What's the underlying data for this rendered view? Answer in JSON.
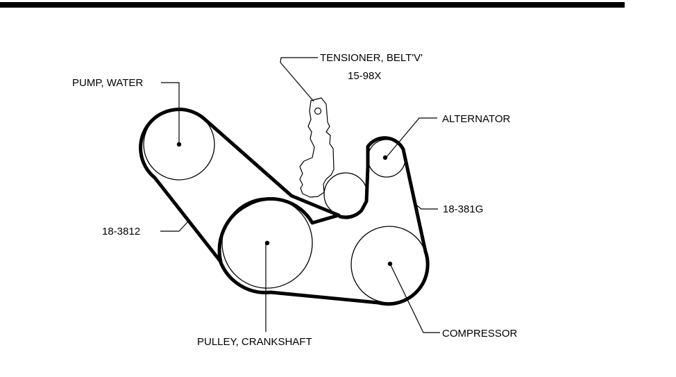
{
  "labels": {
    "pump": "PUMP, WATER",
    "tensioner": "TENSIONER, BELT'V'",
    "tensioner_part": "15-98X",
    "alternator": "ALTERNATOR",
    "belt_left": "18-3812",
    "belt_right": "18-381G",
    "crankshaft": "PULLEY, CRANKSHAFT",
    "compressor": "COMPRESSOR"
  },
  "colors": {
    "ink": "#000000",
    "background": "#ffffff"
  }
}
